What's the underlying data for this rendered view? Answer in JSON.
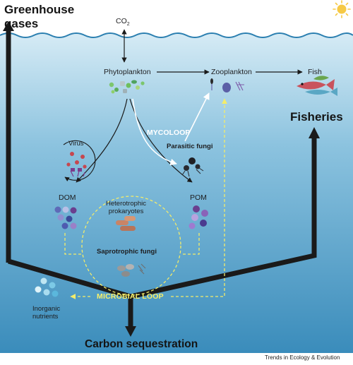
{
  "title_top": "Greenhouse\ngases",
  "co2": {
    "base": "CO",
    "sub": "2"
  },
  "nodes": {
    "phytoplankton": "Phytoplankton",
    "zooplankton": "Zooplankton",
    "fish": "Fish",
    "fisheries": "Fisheries",
    "virus": "Virus",
    "dom": "DOM",
    "pom": "POM",
    "mycoloop": "MYCOLOOP",
    "parasitic_fungi": "Parasitic fungi",
    "heterotrophic_prokaryotes": "Heterotrophic\nprokaryotes",
    "saprotrophic_fungi": "Saprotrophic fungi",
    "microbial_loop": "MICROBIAL LOOP",
    "inorganic_nutrients": "Inorganic\nnutrients"
  },
  "carbon_sequestration": "Carbon sequestration",
  "credit": "Trends in Ecology & Evolution",
  "colors": {
    "sky": "#ffffff",
    "water_top": "#cfe6f2",
    "water_bottom": "#3b8fbd",
    "arrow_dark": "#1a1a1a",
    "loop_yellow": "#f4ec6a",
    "mycoloop_white": "#ffffff",
    "sun": "#f6c945"
  }
}
